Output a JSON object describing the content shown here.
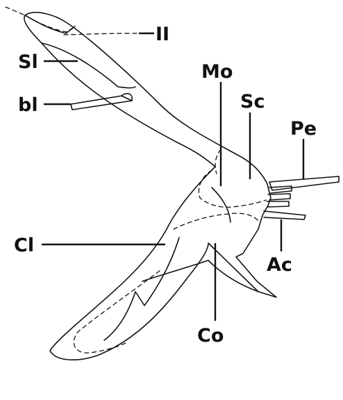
{
  "labels": {
    "II": "II",
    "Sl": "Sl",
    "bl": "bl",
    "Mo": "Mo",
    "Sc": "Sc",
    "Pe": "Pe",
    "Cl": "Cl",
    "Ac": "Ac",
    "Co": "Co"
  },
  "colors": {
    "ink": "#111111",
    "background": "#ffffff"
  }
}
